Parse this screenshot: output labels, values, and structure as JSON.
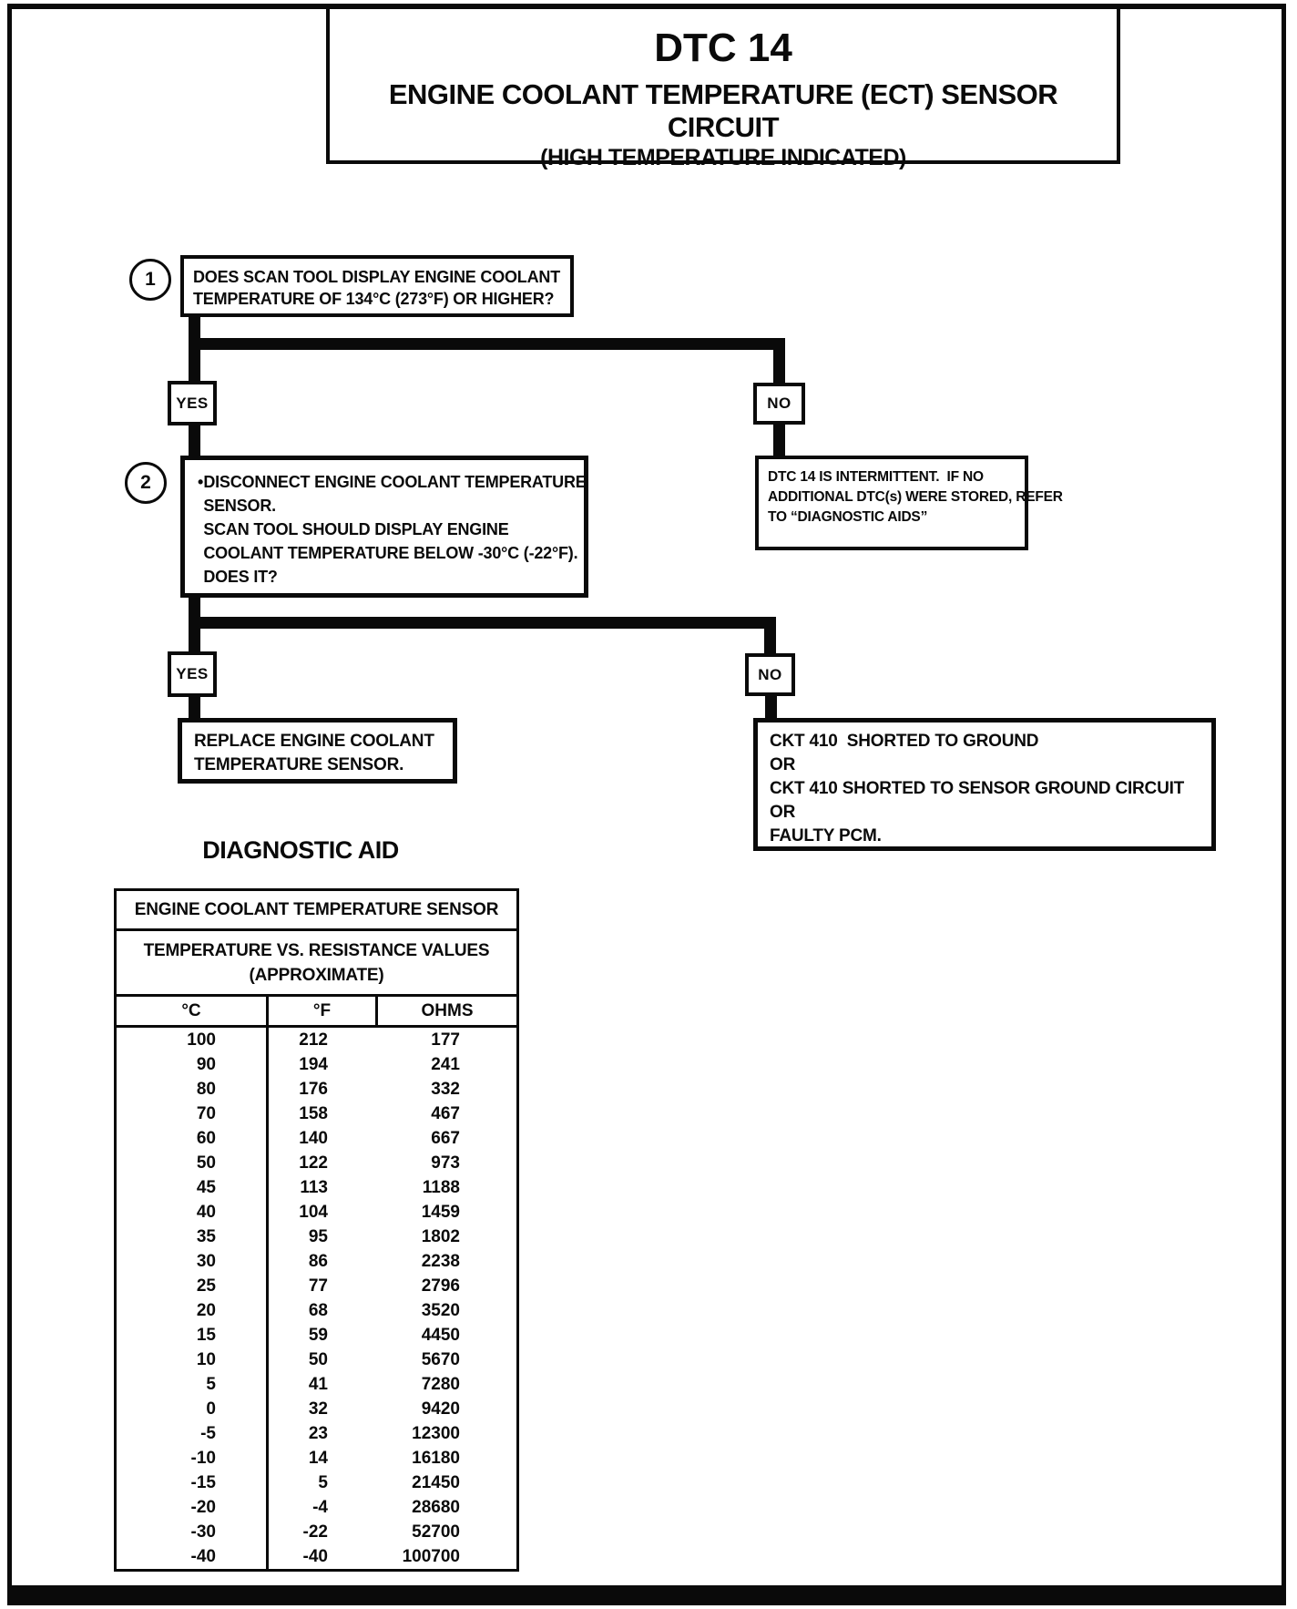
{
  "page": {
    "title": "DTC 14",
    "subtitle": "ENGINE COOLANT TEMPERATURE (ECT) SENSOR CIRCUIT",
    "subtitle_note": "(HIGH TEMPERATURE INDICATED)"
  },
  "flowchart": {
    "yes_label": "YES",
    "no_label": "NO",
    "step1": {
      "number": "1",
      "lines": [
        "DOES SCAN TOOL DISPLAY ENGINE COOLANT",
        "TEMPERATURE OF 134°C (273°F) OR HIGHER?"
      ]
    },
    "step2": {
      "number": "2",
      "bullet": "•",
      "lines": [
        "DISCONNECT ENGINE COOLANT TEMPERATURE",
        "SENSOR.",
        "SCAN TOOL SHOULD DISPLAY ENGINE",
        "COOLANT TEMPERATURE BELOW -30°C (-22°F).",
        "DOES IT?"
      ]
    },
    "step1_no_result": {
      "lines": [
        "DTC 14 IS INTERMITTENT.  IF NO",
        "ADDITIONAL DTC(s) WERE STORED, REFER",
        "TO “DIAGNOSTIC AIDS”"
      ]
    },
    "step2_yes_result": {
      "lines": [
        "REPLACE ENGINE COOLANT",
        "TEMPERATURE SENSOR."
      ]
    },
    "step2_no_result": {
      "lines": [
        "CKT 410  SHORTED TO GROUND",
        "OR",
        "CKT 410 SHORTED TO SENSOR GROUND CIRCUIT",
        "OR",
        "FAULTY PCM."
      ]
    }
  },
  "diagnostic_aid": {
    "heading": "DIAGNOSTIC AID",
    "table": {
      "title": "ENGINE COOLANT TEMPERATURE SENSOR",
      "subtitle": "TEMPERATURE VS. RESISTANCE VALUES",
      "subtitle2": "(APPROXIMATE)",
      "columns": [
        "°C",
        "°F",
        "OHMS"
      ],
      "rows": [
        [
          "100",
          "212",
          "177"
        ],
        [
          "90",
          "194",
          "241"
        ],
        [
          "80",
          "176",
          "332"
        ],
        [
          "70",
          "158",
          "467"
        ],
        [
          "60",
          "140",
          "667"
        ],
        [
          "50",
          "122",
          "973"
        ],
        [
          "45",
          "113",
          "1188"
        ],
        [
          "40",
          "104",
          "1459"
        ],
        [
          "35",
          "95",
          "1802"
        ],
        [
          "30",
          "86",
          "2238"
        ],
        [
          "25",
          "77",
          "2796"
        ],
        [
          "20",
          "68",
          "3520"
        ],
        [
          "15",
          "59",
          "4450"
        ],
        [
          "10",
          "50",
          "5670"
        ],
        [
          "5",
          "41",
          "7280"
        ],
        [
          "0",
          "32",
          "9420"
        ],
        [
          "-5",
          "23",
          "12300"
        ],
        [
          "-10",
          "14",
          "16180"
        ],
        [
          "-15",
          "5",
          "21450"
        ],
        [
          "-20",
          "-4",
          "28680"
        ],
        [
          "-30",
          "-22",
          "52700"
        ],
        [
          "-40",
          "-40",
          "100700"
        ]
      ]
    }
  }
}
